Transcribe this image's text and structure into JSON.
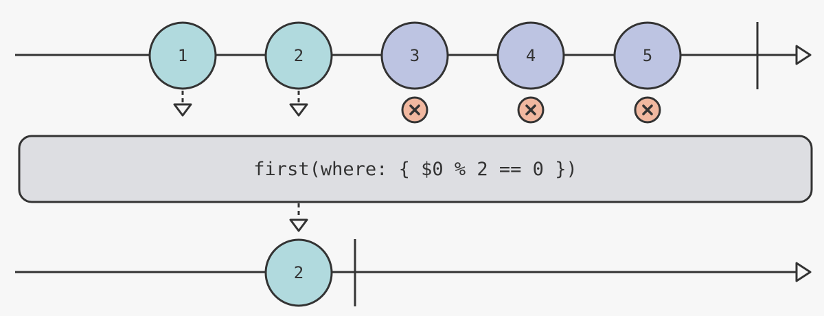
{
  "colors": {
    "background": "#f7f7f7",
    "stroke": "#333333",
    "emitted_marble": "#b1dade",
    "filtered_marble": "#bdc4e2",
    "rejected_badge": "#f1b8a0",
    "operator_box": "#dddee2"
  },
  "input_stream": {
    "marbles": [
      {
        "label": "1",
        "state": "emitted",
        "result": "pass"
      },
      {
        "label": "2",
        "state": "emitted",
        "result": "pass"
      },
      {
        "label": "3",
        "state": "filtered",
        "result": "rejected"
      },
      {
        "label": "4",
        "state": "filtered",
        "result": "rejected"
      },
      {
        "label": "5",
        "state": "filtered",
        "result": "rejected"
      }
    ],
    "completed": true
  },
  "operator": {
    "label": "first(where: { $0 % 2 == 0 })"
  },
  "output_stream": {
    "marbles": [
      {
        "label": "2",
        "state": "emitted"
      }
    ],
    "completed": true
  },
  "icons": {
    "pass_arrow": "dashed-arrow-down-icon",
    "rejected": "x-circle-icon",
    "stream_end": "arrowhead-right-icon",
    "completion": "completion-bar-icon"
  }
}
